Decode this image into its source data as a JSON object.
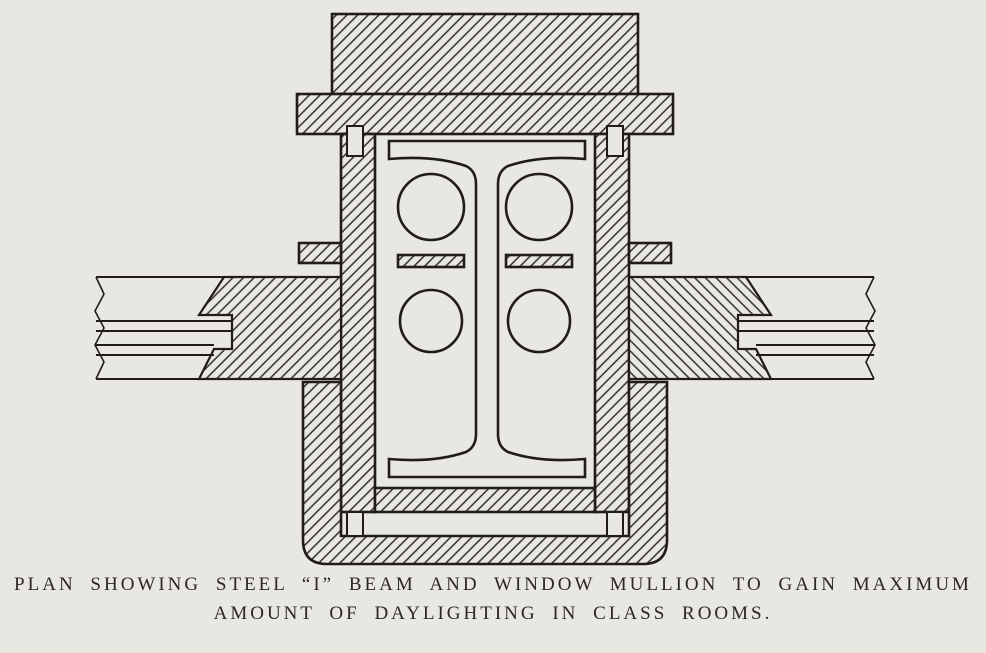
{
  "page": {
    "paper_color": "#e9e7e1",
    "ink_color": "#201d18",
    "hatch_angle_deg": 45
  },
  "figure": {
    "kind": "sectional-plan-drawing",
    "subject": "steel-i-beam-window-mullion"
  },
  "caption": {
    "line1": "PLAN SHOWING STEEL “I” BEAM AND WINDOW MULLION TO GAIN MAXIMUM",
    "line2": "AMOUNT OF DAYLIGHTING IN CLASS ROOMS."
  }
}
